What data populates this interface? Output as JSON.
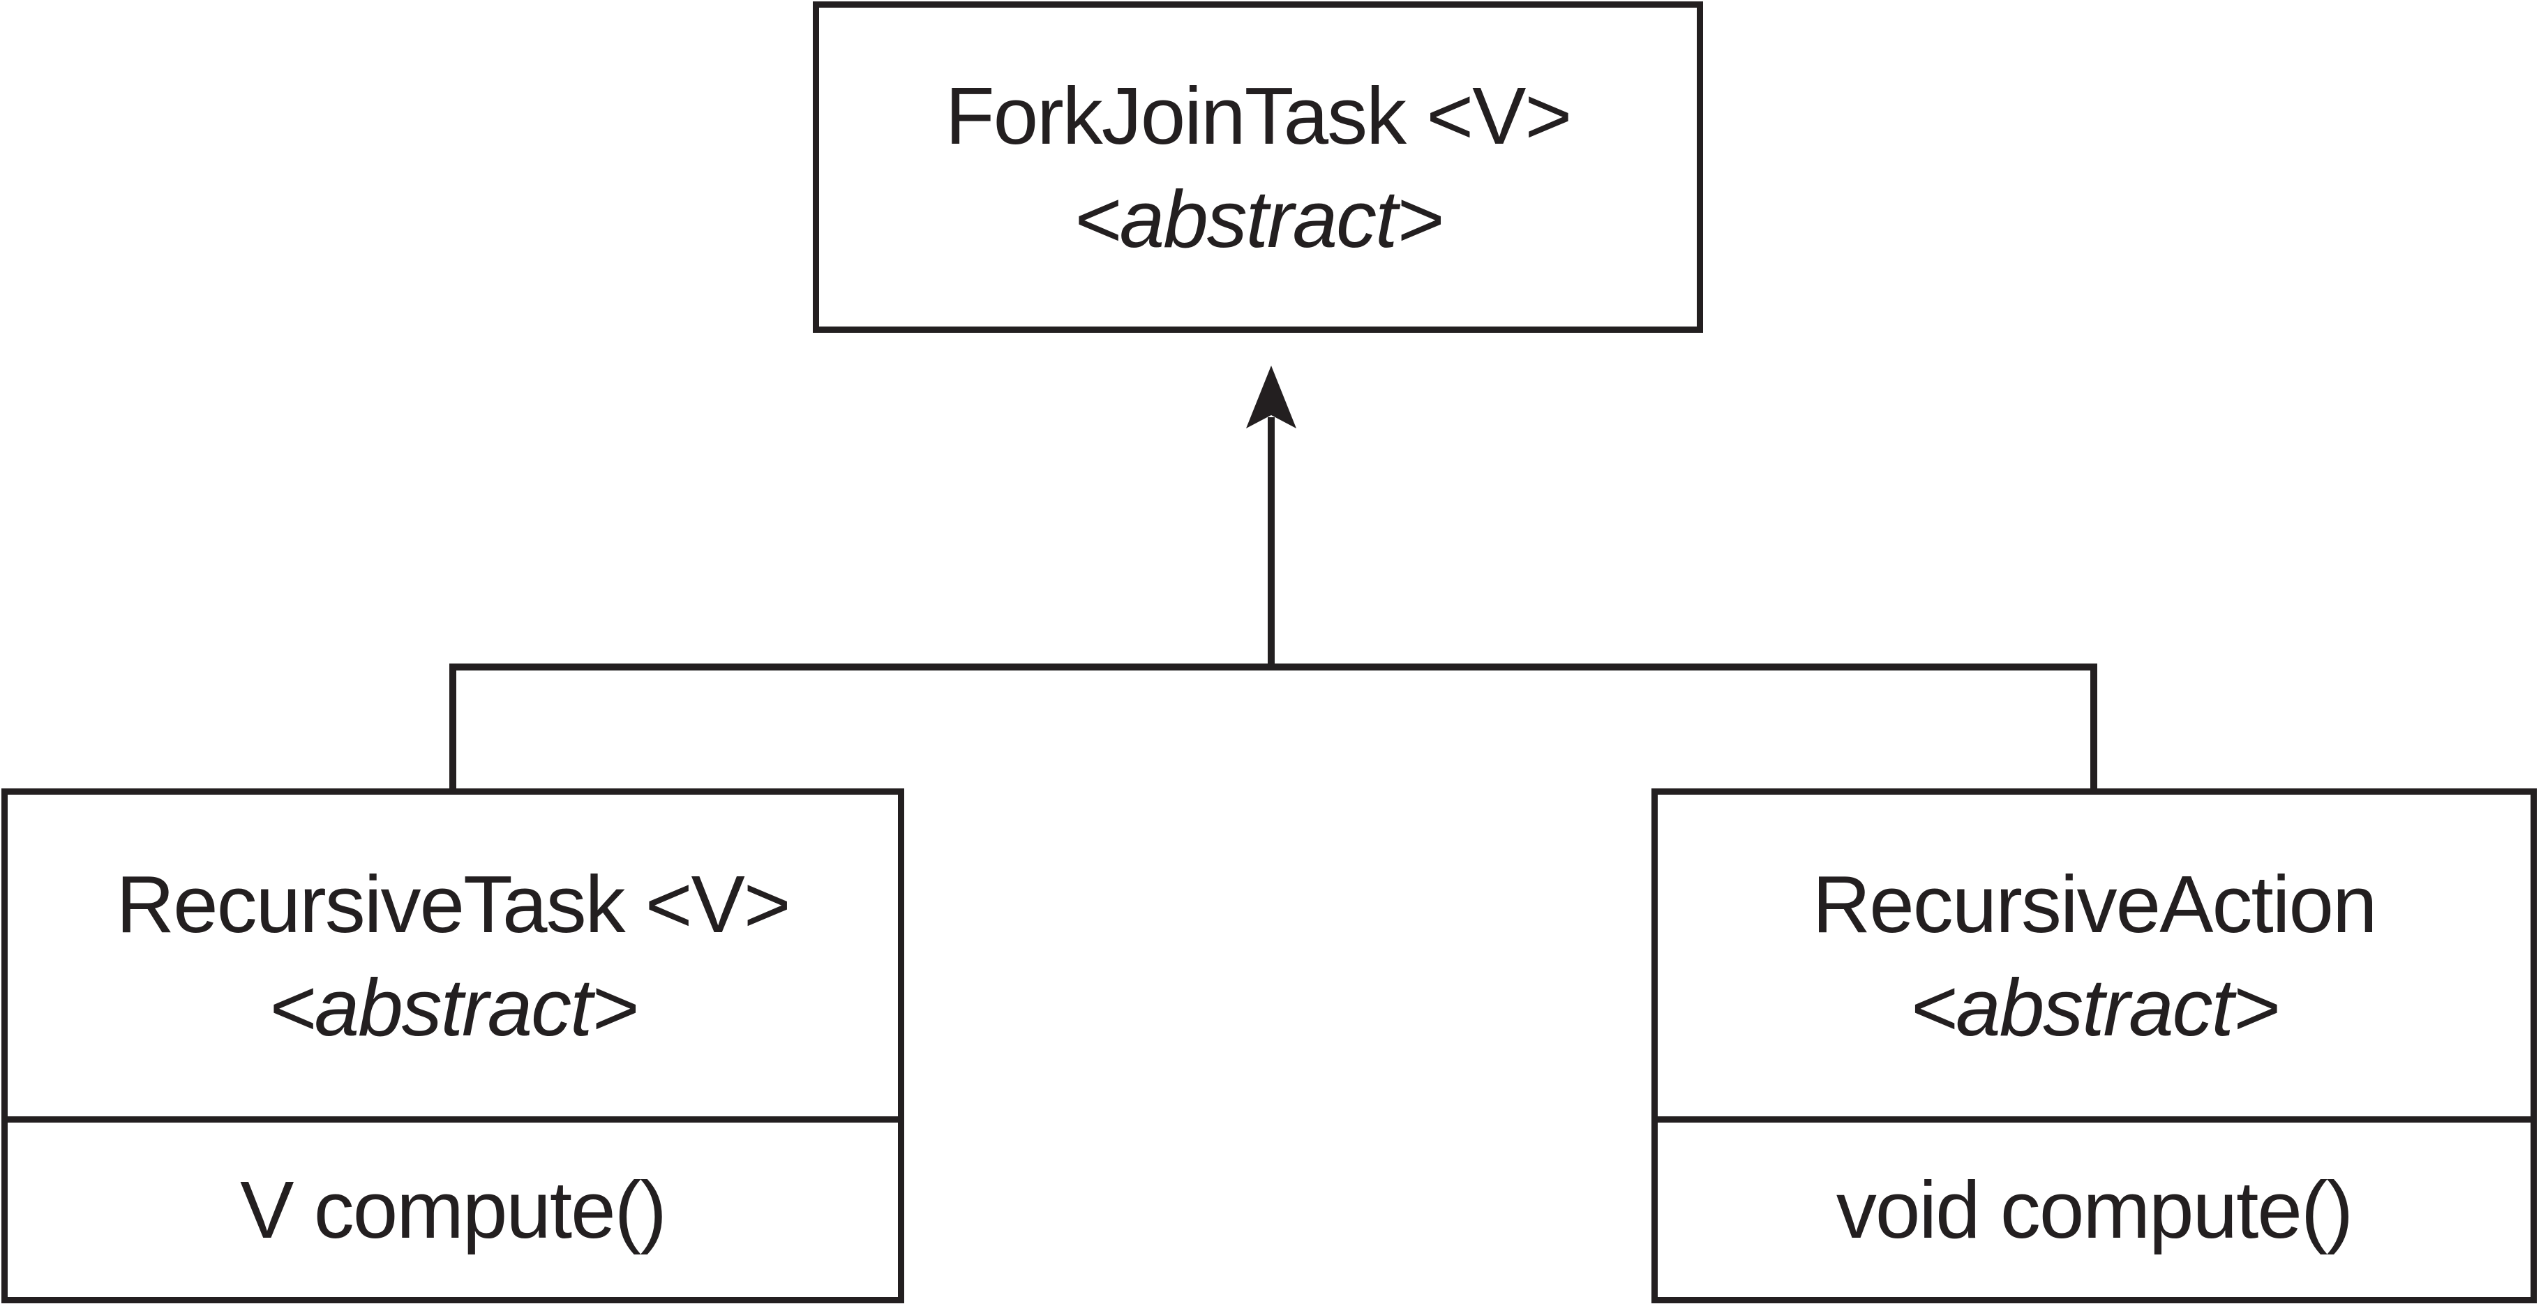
{
  "background": "#ffffff",
  "line_color": "#231f20",
  "classes": {
    "parent": {
      "name": "ForkJoinTask <V>",
      "stereotype": "<abstract>"
    },
    "left_child": {
      "name": "RecursiveTask <V>",
      "stereotype": "<abstract>",
      "method": "V compute()"
    },
    "right_child": {
      "name": "RecursiveAction",
      "stereotype": "<abstract>",
      "method": "void compute()"
    }
  },
  "relationships": [
    {
      "type": "generalization",
      "from": "RecursiveTask <V>",
      "to": "ForkJoinTask <V>"
    },
    {
      "type": "generalization",
      "from": "RecursiveAction",
      "to": "ForkJoinTask <V>"
    }
  ]
}
